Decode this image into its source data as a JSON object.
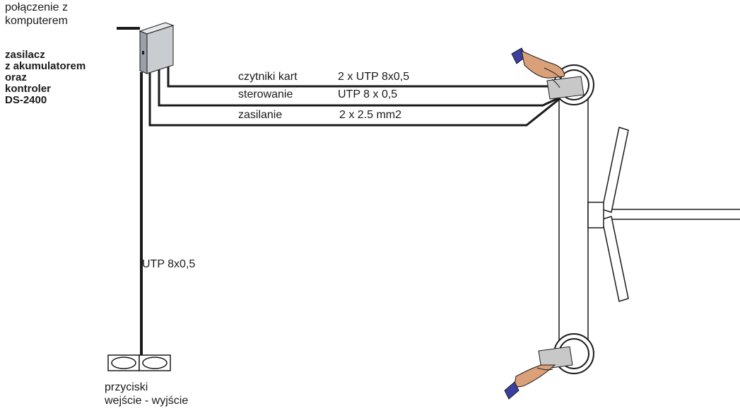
{
  "computer_connection": [
    "połączenie z",
    "komputerem"
  ],
  "controller": [
    "zasilacz",
    "z akumulatorem",
    "oraz",
    "kontroler",
    "DS-2400"
  ],
  "cables": [
    {
      "name": "czytniki kart",
      "spec": "2 x UTP 8x0,5"
    },
    {
      "name": "sterowanie",
      "spec": "UTP 8 x 0,5"
    },
    {
      "name": "zasilanie",
      "spec": "2 x 2.5 mm2"
    }
  ],
  "vertical_cable": "UTP 8x0,5",
  "buttons": [
    "przyciski",
    "wejście - wyjście"
  ],
  "colors": {
    "cable": "#1a1a1a",
    "cabinet_front": "#c9ccd1",
    "cabinet_side": "#9aa0a8",
    "skin": "#d9a07a",
    "sleeve": "#3a3fa0",
    "card": "#c8c8c8"
  }
}
